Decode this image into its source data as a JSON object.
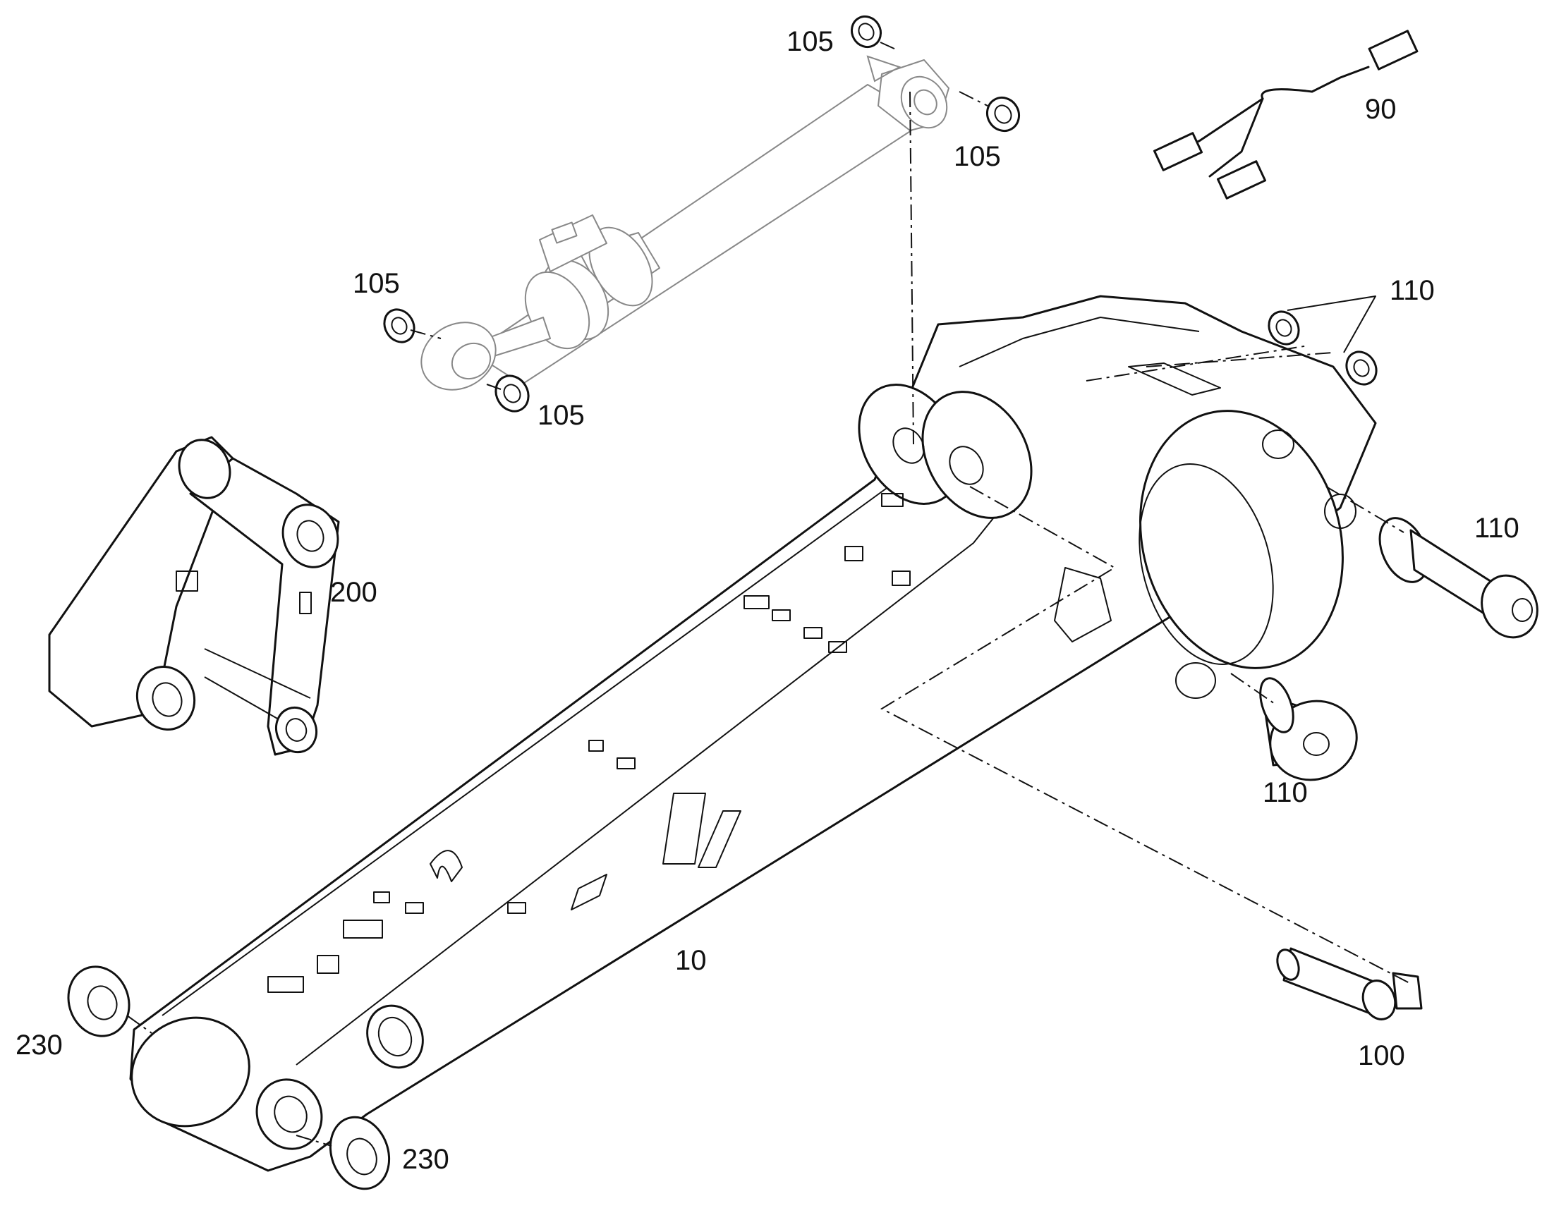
{
  "callouts": {
    "c105_top": "105",
    "c105_right": "105",
    "c105_left": "105",
    "c105_bottom": "105",
    "c90": "90",
    "c110_top": "110",
    "c110_right": "110",
    "c110_bottom": "110",
    "c200": "200",
    "c10": "10",
    "c100": "100",
    "c230_left": "230",
    "c230_bottom": "230"
  }
}
